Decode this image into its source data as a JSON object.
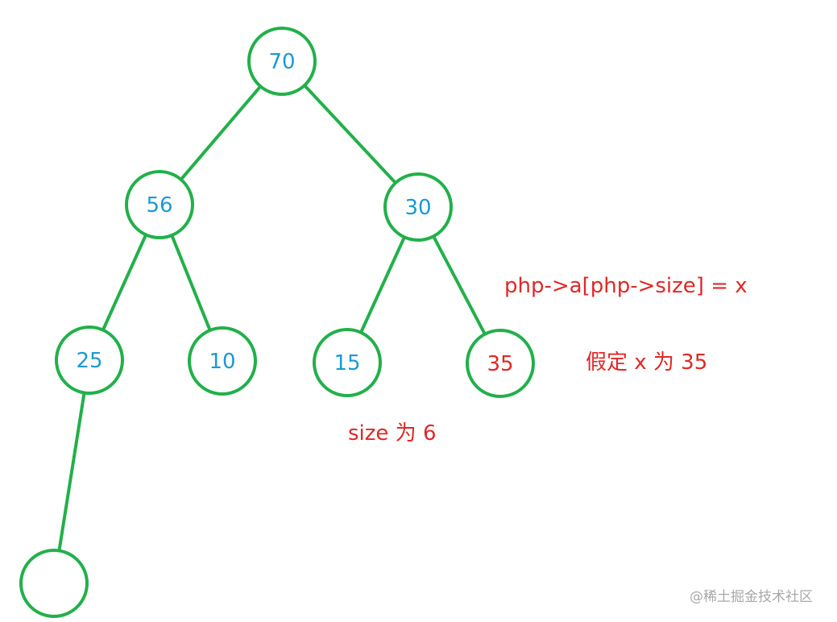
{
  "colors": {
    "edge": "#22b04a",
    "node_text": "#1a9ad6",
    "highlight_text": "#e02828",
    "annotation_text": "#e02828",
    "watermark_text": "#a8a8a8"
  },
  "tree": {
    "nodes": [
      {
        "id": "n0",
        "label": "70",
        "highlight": false
      },
      {
        "id": "n1",
        "label": "56",
        "highlight": false
      },
      {
        "id": "n2",
        "label": "30",
        "highlight": false
      },
      {
        "id": "n3",
        "label": "25",
        "highlight": false
      },
      {
        "id": "n4",
        "label": "10",
        "highlight": false
      },
      {
        "id": "n5",
        "label": "15",
        "highlight": false
      },
      {
        "id": "n6",
        "label": "35",
        "highlight": true
      },
      {
        "id": "n7",
        "label": "",
        "highlight": false
      }
    ],
    "edges": [
      {
        "from": "n0",
        "to": "n1"
      },
      {
        "from": "n0",
        "to": "n2"
      },
      {
        "from": "n1",
        "to": "n3"
      },
      {
        "from": "n1",
        "to": "n4"
      },
      {
        "from": "n2",
        "to": "n5"
      },
      {
        "from": "n2",
        "to": "n6"
      },
      {
        "from": "n3",
        "to": "n7"
      }
    ]
  },
  "annotations": {
    "assignment": "php->a[php->size] = x",
    "assume": "假定 x 为 35",
    "size": "size 为 6"
  },
  "watermark": "@稀土掘金技术社区"
}
